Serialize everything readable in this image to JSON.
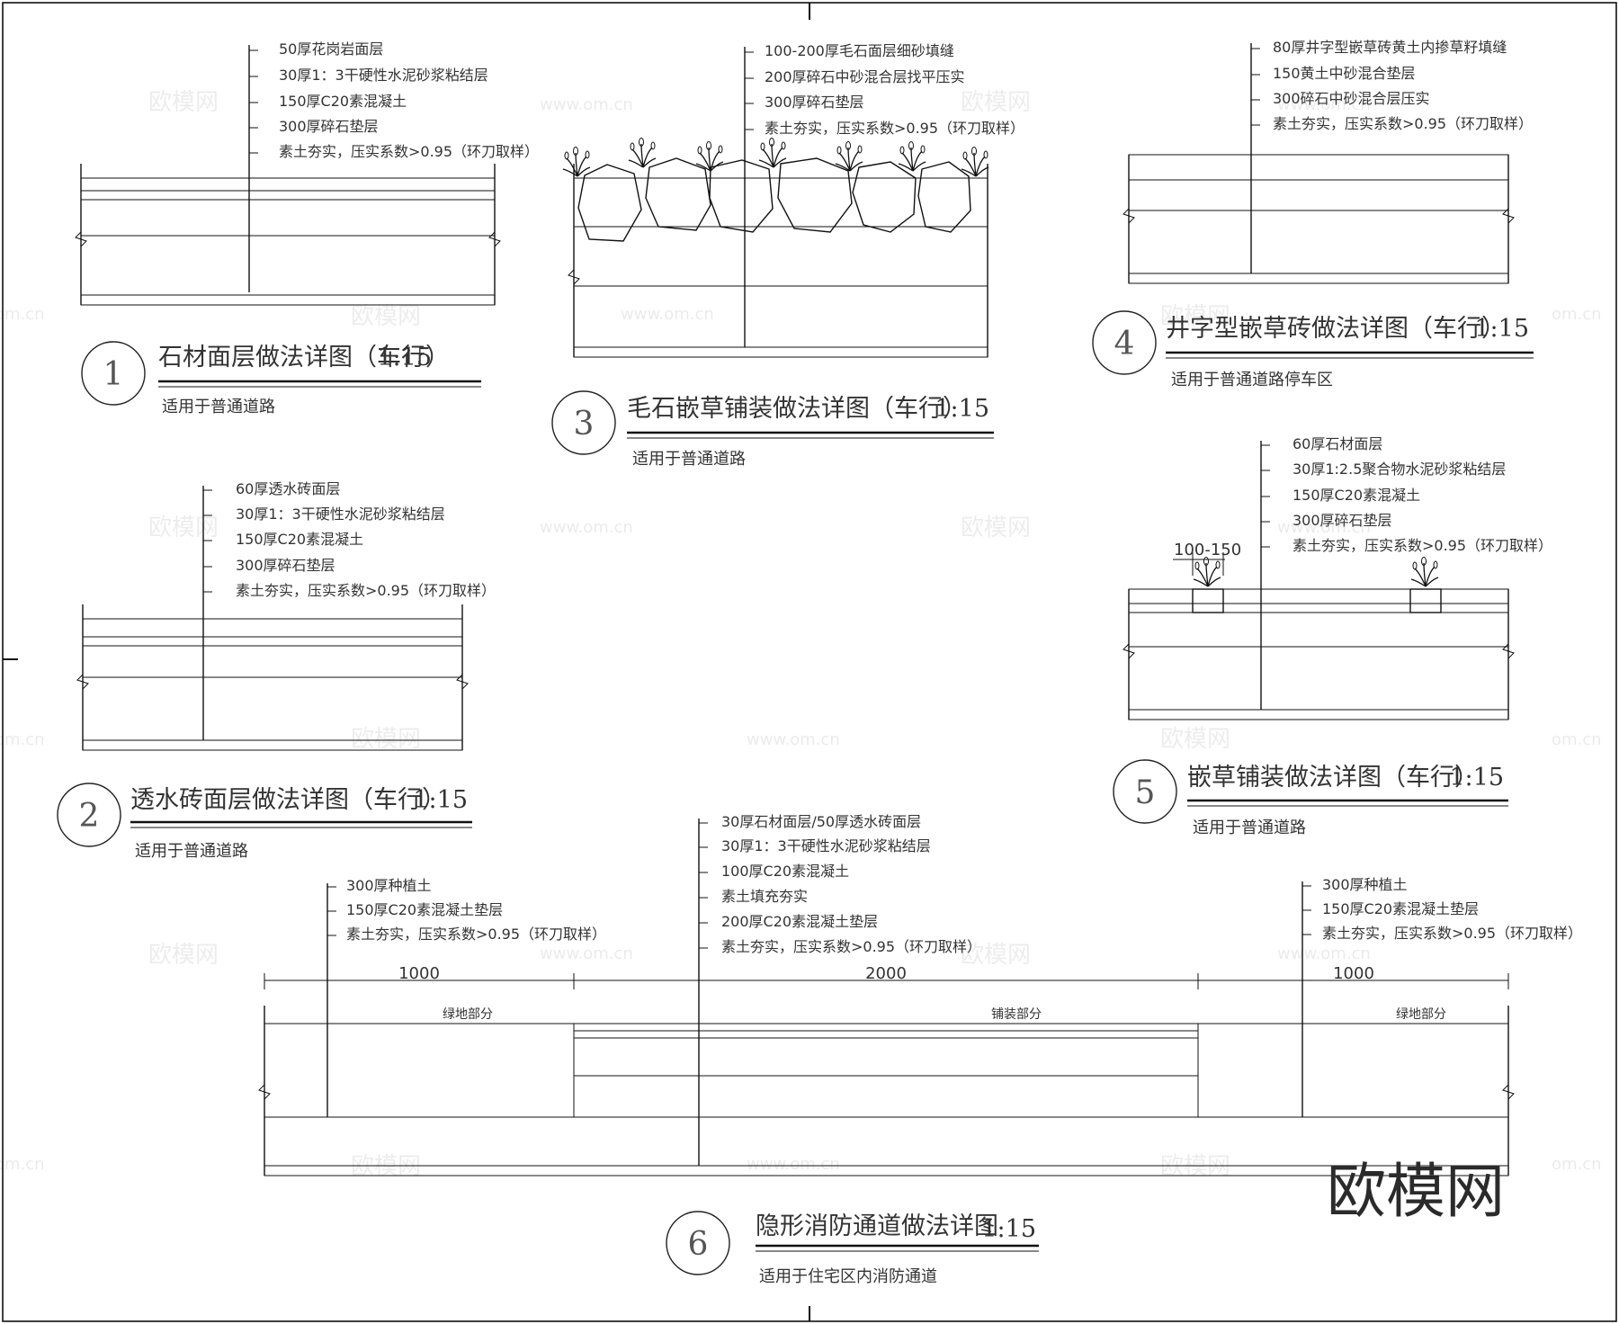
{
  "colors": {
    "line": "#111111",
    "text": "#333333",
    "background": "#ffffff"
  },
  "watermarks": {
    "logo_text": "欧模网",
    "url_text": "www.om.cn",
    "url_edge": "om.cn"
  },
  "brand_logo": "欧模网",
  "details": [
    {
      "number": "1",
      "title": "石材面层做法详图（车行）",
      "scale": "1:15",
      "subtitle": "适用于普通道路",
      "layers": [
        "50厚花岗岩面层",
        "30厚1：3干硬性水泥砂浆粘结层",
        "150厚C20素混凝土",
        "300厚碎石垫层",
        "素土夯实，压实系数>0.95（环刀取样）"
      ]
    },
    {
      "number": "2",
      "title": "透水砖面层做法详图（车行）",
      "scale": "1:15",
      "subtitle": "适用于普通道路",
      "layers": [
        "60厚透水砖面层",
        "30厚1：3干硬性水泥砂浆粘结层",
        "150厚C20素混凝土",
        "300厚碎石垫层",
        "素土夯实，压实系数>0.95（环刀取样）"
      ]
    },
    {
      "number": "3",
      "title": "毛石嵌草铺装做法详图（车行）",
      "scale": "1:15",
      "subtitle": "适用于普通道路",
      "layers": [
        "100-200厚毛石面层细砂填缝",
        "200厚碎石中砂混合层找平压实",
        "300厚碎石垫层",
        "素土夯实，压实系数>0.95（环刀取样）"
      ]
    },
    {
      "number": "4",
      "title": "井字型嵌草砖做法详图（车行）",
      "scale": "1:15",
      "subtitle": "适用于普通道路停车区",
      "layers": [
        "80厚井字型嵌草砖黄土内掺草籽填缝",
        "150黄土中砂混合垫层",
        "300碎石中砂混合层压实",
        "素土夯实，压实系数>0.95（环刀取样）"
      ]
    },
    {
      "number": "5",
      "title": "嵌草铺装做法详图（车行）",
      "scale": "1:15",
      "subtitle": "适用于普通道路",
      "dimension": "100-150",
      "layers": [
        "60厚石材面层",
        "30厚1:2.5聚合物水泥砂浆粘结层",
        "150厚C20素混凝土",
        "300厚碎石垫层",
        "素土夯实，压实系数>0.95（环刀取样）"
      ]
    },
    {
      "number": "6",
      "title": "隐形消防通道做法详图",
      "scale": "1:15",
      "subtitle": "适用于住宅区内消防通道",
      "layers_left": [
        "300厚种植土",
        "150厚C20素混凝土垫层",
        "素土夯实，压实系数>0.95（环刀取样）"
      ],
      "layers_center": [
        "30厚石材面层/50厚透水砖面层",
        "30厚1：3干硬性水泥砂浆粘结层",
        "100厚C20素混凝土",
        "素土填充夯实",
        "200厚C20素混凝土垫层",
        "素土夯实，压实系数>0.95（环刀取样）"
      ],
      "layers_right": [
        "300厚种植土",
        "150厚C20素混凝土垫层",
        "素土夯实，压实系数>0.95（环刀取样）"
      ],
      "dimensions": [
        "1000",
        "2000",
        "1000"
      ],
      "zones": [
        "绿地部分",
        "铺装部分",
        "绿地部分"
      ]
    }
  ]
}
